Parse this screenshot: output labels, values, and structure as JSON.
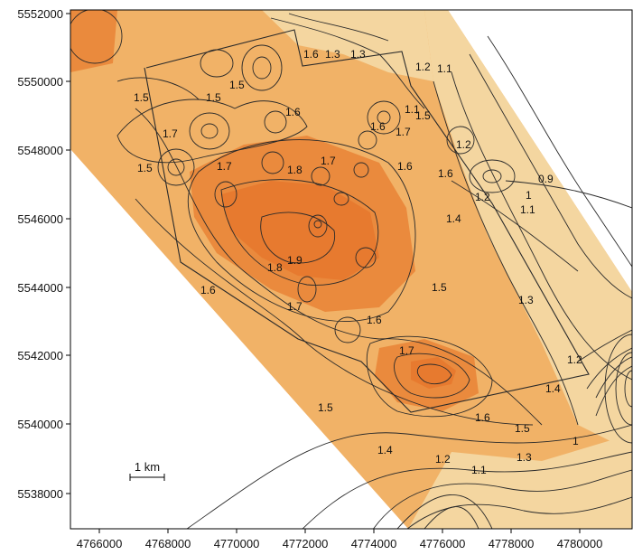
{
  "map": {
    "colors": {
      "light": "#f4d6a0",
      "medium": "#f1b267",
      "dark": "#ea8a3d",
      "darker": "#e77a2f",
      "line": "#2a2a2a"
    },
    "x_ticks": [
      "4766000",
      "4768000",
      "4770000",
      "4772000",
      "4774000",
      "4776000",
      "4778000",
      "4780000"
    ],
    "y_ticks": [
      "5552000",
      "5550000",
      "5548000",
      "5546000",
      "5544000",
      "5542000",
      "5540000",
      "5538000"
    ],
    "scale_bar": {
      "label": "1 km"
    },
    "contour_labels": [
      "1.3",
      "1.6",
      "1.3",
      "1.2",
      "1.1",
      "1.5",
      "1.5",
      "1.5",
      "1.6",
      "1.7",
      "1.7",
      "1.5",
      "1.6",
      "1.1",
      "1.8",
      "1.7",
      "1.7",
      "1.6",
      "1.5",
      "1.2",
      "1.6",
      "0.9",
      "1.2",
      "1",
      "1.1",
      "1.4",
      "1.8",
      "1.9",
      "1.6",
      "1.7",
      "1.6",
      "1.5",
      "1.3",
      "1.7",
      "1.4",
      "1.2",
      "1.5",
      "1.6",
      "1.5",
      "1.4",
      "1.3",
      "1.2",
      "1.1",
      "1"
    ]
  }
}
